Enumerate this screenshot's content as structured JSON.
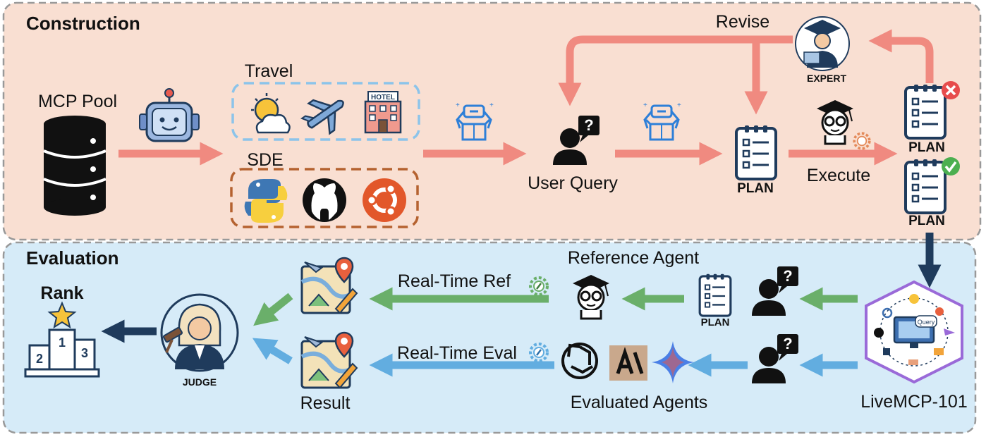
{
  "construction": {
    "title": "Construction",
    "mcp_pool": "MCP Pool",
    "travel": "Travel",
    "sde": "SDE",
    "hotel_sign": "HOTEL",
    "user_query": "User Query",
    "plan": "PLAN",
    "revise": "Revise",
    "expert": "EXPERT",
    "execute": "Execute",
    "plan_rejected": "PLAN",
    "plan_accepted": "PLAN"
  },
  "evaluation": {
    "title": "Evaluation",
    "rank": "Rank",
    "podium": [
      "2",
      "1",
      "3"
    ],
    "judge": "JUDGE",
    "real_time_ref": "Real-Time Ref",
    "real_time_eval": "Real-Time Eval",
    "reference_agent": "Reference Agent",
    "ref_plan": "PLAN",
    "evaluated_agents": "Evaluated Agents",
    "result": "Result",
    "hub_label": "LiveMCP-101",
    "hub_bubble": "Query"
  },
  "colors": {
    "construction_bg": "#f9dfd2",
    "evaluation_bg": "#d6ebf8",
    "salmon_arrow": "#f08a80",
    "green_arrow": "#6aaf6a",
    "blue_arrow": "#62ade0",
    "navy_arrow": "#1f3b5c"
  }
}
